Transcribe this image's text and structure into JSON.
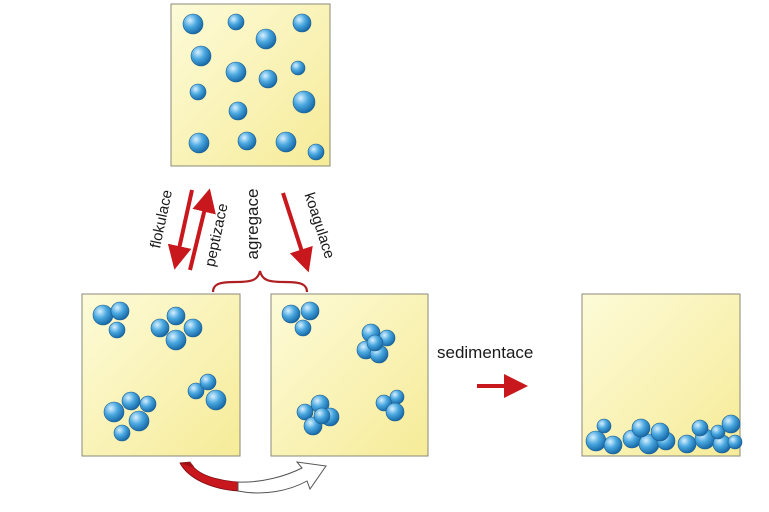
{
  "colors": {
    "box_fill_light": "#fdfbd8",
    "box_fill_dark": "#f6eb98",
    "box_border": "#8a8a7a",
    "particle_light": "#d8f0ff",
    "particle_mid": "#4aa8e0",
    "particle_dark": "#0f5f9e",
    "arrow_red": "#c8171d",
    "text": "#1a1a1a"
  },
  "labels": {
    "flocculation": "flokulace",
    "peptization": "peptizace",
    "aggregation": "agregace",
    "coagulation": "koagulace",
    "sedimentation": "sedimentace"
  },
  "icons": {
    "cycle_arrow": "curved-transition-arrow-icon",
    "brace": "curly-brace-icon"
  }
}
